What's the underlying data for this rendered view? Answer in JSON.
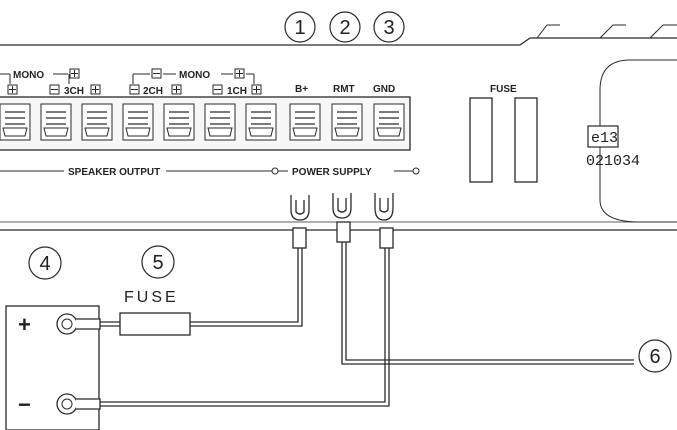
{
  "callouts": {
    "c1": "1",
    "c2": "2",
    "c3": "3",
    "c4": "4",
    "c5": "5",
    "c6": "6"
  },
  "terminals": {
    "mono_left": "MONO",
    "mono_right": "MONO",
    "ch3": "3CH",
    "ch2": "2CH",
    "ch1": "1CH",
    "bplus": "B+",
    "rmt": "RMT",
    "gnd": "GND"
  },
  "sections": {
    "speaker_output": "SPEAKER OUTPUT",
    "power_supply": "POWER SUPPLY"
  },
  "amp_fuse_label": "FUSE",
  "inline_fuse_label": "FUSE",
  "model_code": "e13",
  "serial_number": "021034",
  "battery": {
    "positive": "+",
    "negative": "−"
  },
  "colors": {
    "line": "#2a2a2a",
    "background": "#ffffff",
    "panel": "#f4f4f4"
  }
}
